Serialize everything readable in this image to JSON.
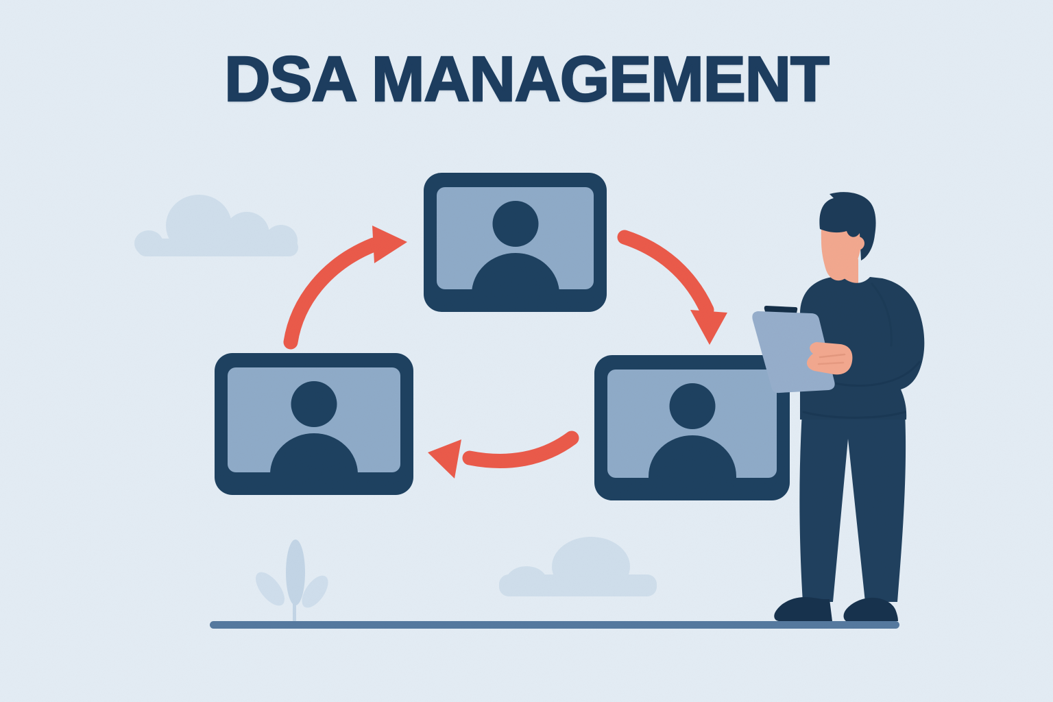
{
  "title": "DSA MANAGEMENT",
  "illustration": {
    "cards": [
      {
        "id": "top",
        "icon": "person-avatar"
      },
      {
        "id": "left",
        "icon": "person-avatar"
      },
      {
        "id": "right",
        "icon": "person-avatar"
      }
    ],
    "arrows": [
      {
        "id": "left-to-top",
        "direction": "up-right"
      },
      {
        "id": "top-to-right",
        "direction": "down-right"
      },
      {
        "id": "right-to-left",
        "direction": "left"
      }
    ],
    "figure": "man-holding-clipboard"
  },
  "colors": {
    "bg": "#e3ecf4",
    "title": "#1d3d5f",
    "navy": "#1e4160",
    "screen": "#8fabc8",
    "accent": "#ea5a4a",
    "skin": "#f2a88f",
    "sweater": "#1f3e5b",
    "hair": "#1d3b58",
    "pants": "#20405e",
    "shoes": "#17324d",
    "clipboard": "#96aecb",
    "clip": "#142e47",
    "ground": "#55799f",
    "cloud": "#cfdeeb",
    "leaf": "#c3d5e6",
    "leafLight": "#cfdeec"
  }
}
